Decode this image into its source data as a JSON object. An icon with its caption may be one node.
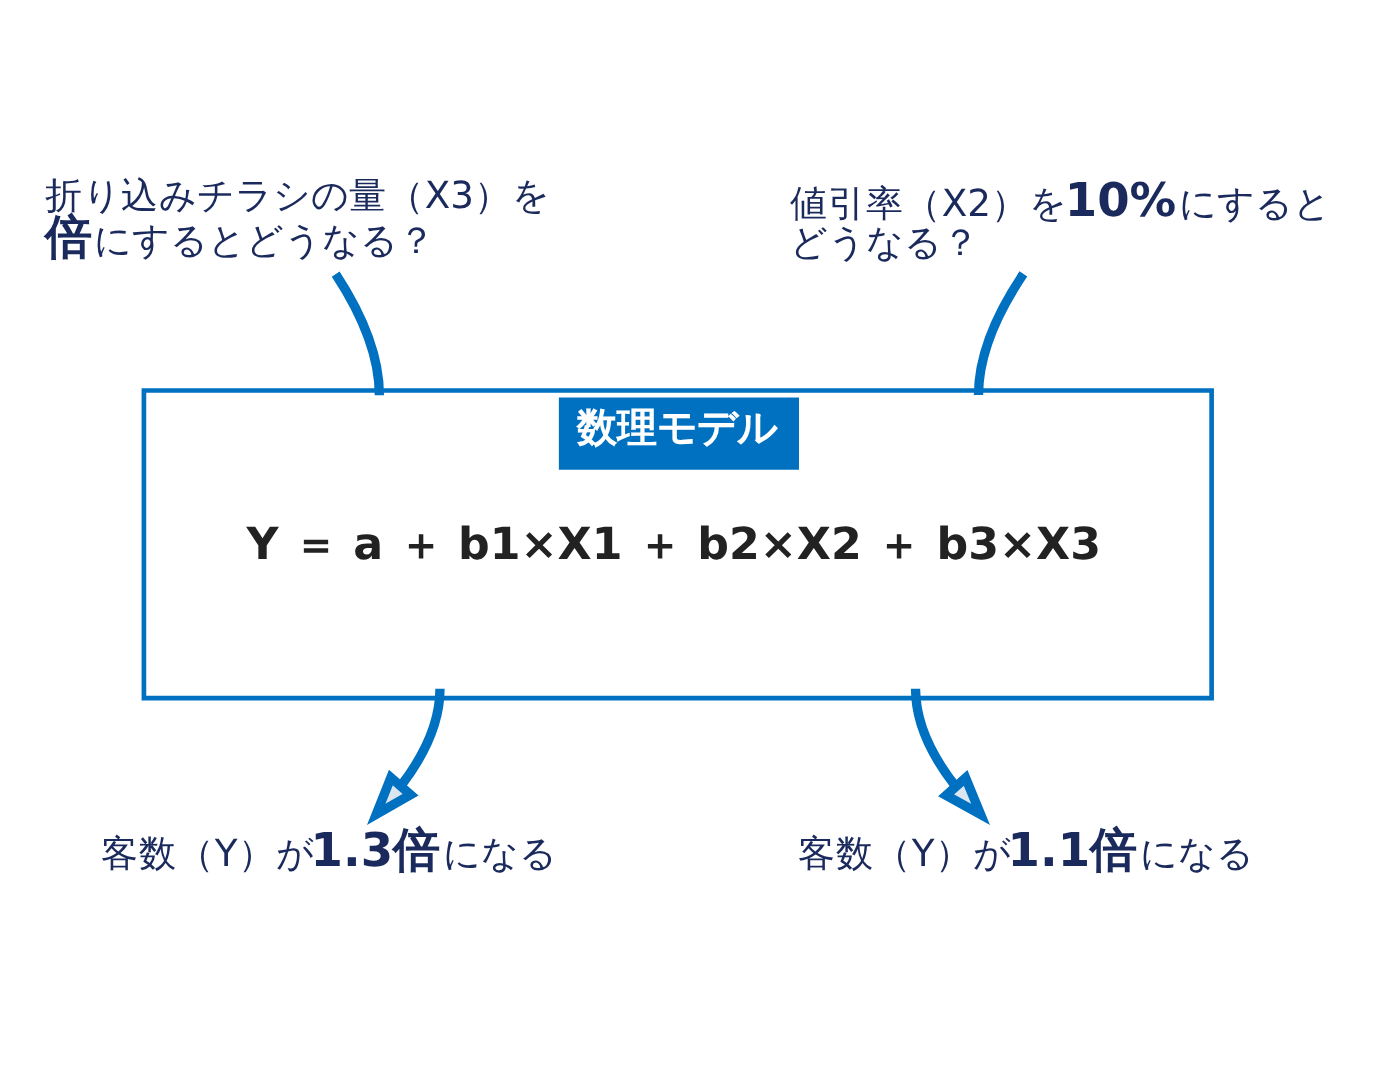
{
  "diagram": {
    "nodes": [
      {
        "text": [
          "折り込みチラシの量（X3）を**倍**にするとどうなる？"
        ]
      },
      {
        "text": [
          "値引率（X2）を**10%**にするとどうなる？"
        ]
      },
      {
        "text": [
          "数理モデル",
          "Y ＝ a ＋ b1×X1 ＋ b2×X2 ＋ b3×X3"
        ]
      },
      {
        "text": [
          "客数（Y）が**1.3倍**になる"
        ]
      },
      {
        "text": [
          "客数（Y）が**1.1倍**になる"
        ]
      }
    ],
    "edges": [
      {
        "from": 0,
        "to": 2,
        "arrow": "none"
      },
      {
        "from": 1,
        "to": 2,
        "arrow": "none"
      },
      {
        "from": 2,
        "to": 3,
        "arrow": "to"
      },
      {
        "from": 2,
        "to": 4,
        "arrow": "to"
      }
    ]
  }
}
